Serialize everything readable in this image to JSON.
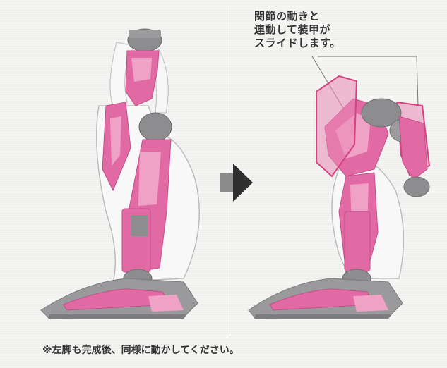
{
  "callout": {
    "lines": [
      "関節の動きと",
      "連動して装甲が",
      "スライドします。"
    ]
  },
  "footnote": "※左脚も完成後、同様に動かしてください。",
  "colors": {
    "armor_pink": "#e26aa4",
    "armor_pink_light": "#f0a2c6",
    "frame_gray": "#8d8c8f",
    "armor_white": "#f8f8f8",
    "arrow_dark": "#2f2f2f",
    "highlight_outline": "#d9407f"
  },
  "icons": {
    "transition_arrow": "arrow-right-icon"
  }
}
